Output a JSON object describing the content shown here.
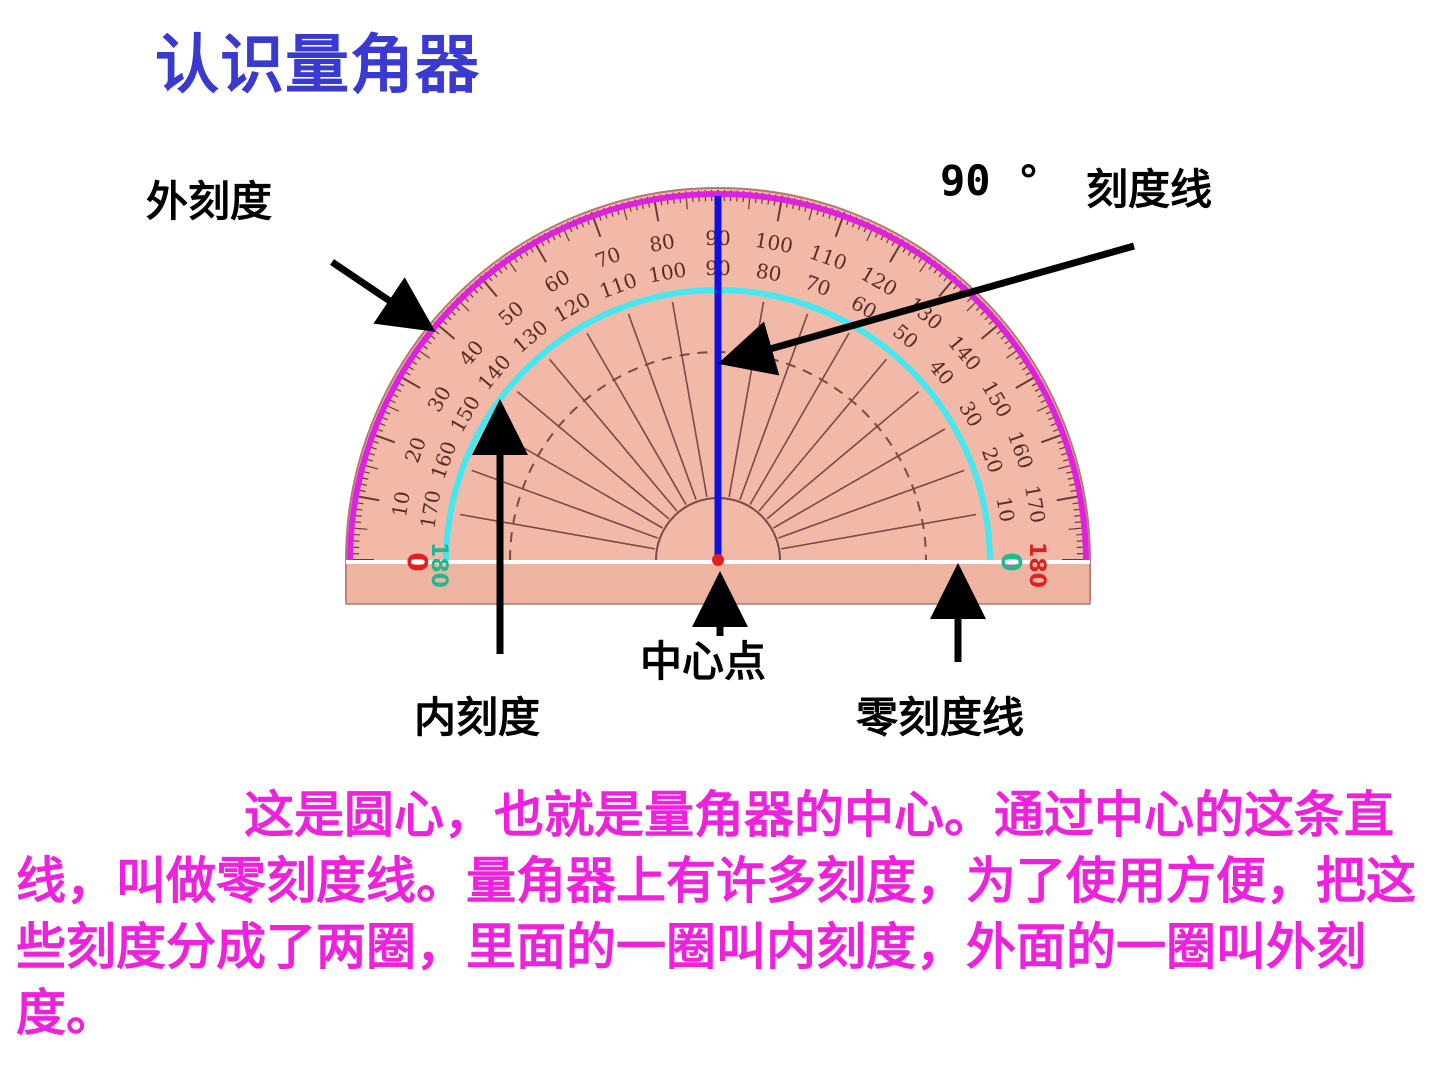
{
  "title": "认识量角器",
  "labels": {
    "outer_scale": "外刻度",
    "ninety": "90 °",
    "ninety_line": "刻度线",
    "center_point": "中心点",
    "inner_scale": "内刻度",
    "zero_line": "零刻度线"
  },
  "description": "这是圆心，也就是量角器的中心。通过中心的这条直线，叫做零刻度线。量角器上有许多刻度，为了使用方便，把这些刻度分成了两圈，里面的一圈叫内刻度，外面的一圈叫外刻度。",
  "protractor": {
    "outer_numbers": [
      "0",
      "10",
      "20",
      "30",
      "40",
      "50",
      "60",
      "70",
      "80",
      "90",
      "100",
      "110",
      "120",
      "130",
      "140",
      "150",
      "160",
      "170",
      "180"
    ],
    "inner_numbers": [
      "180",
      "170",
      "160",
      "150",
      "140",
      "130",
      "120",
      "110",
      "100",
      "90",
      "80",
      "70",
      "60",
      "50",
      "40",
      "30",
      "20",
      "10",
      "0"
    ]
  },
  "colors": {
    "title": "#3a3ad0",
    "description": "#ee22dd",
    "outer_arc": "#dd22dd",
    "inner_arc": "#44e8f0",
    "ninety_line": "#1010e0",
    "outer_zero": "#e02020",
    "inner_zero": "#20b890",
    "protractor_body": "#f2b8a8"
  }
}
